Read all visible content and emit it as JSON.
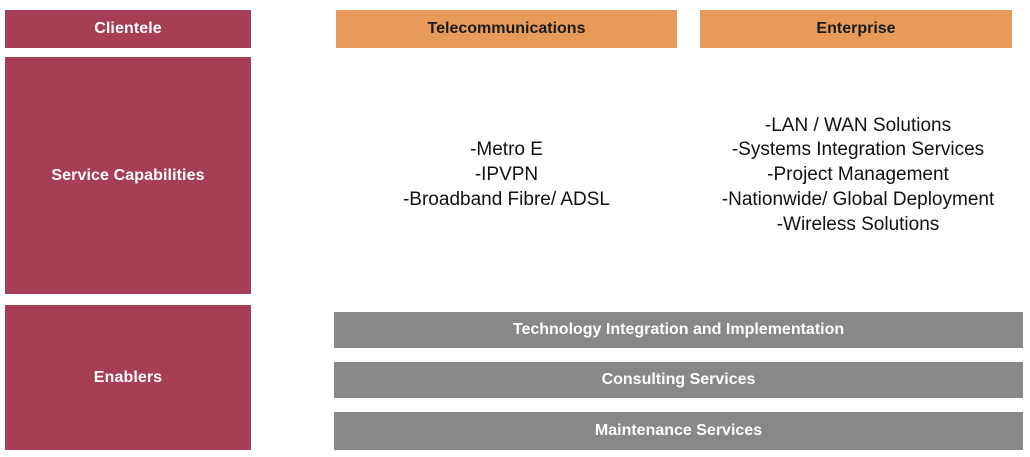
{
  "colors": {
    "row_label_bg": "#a63e56",
    "column_header_bg": "#e89b59",
    "enabler_bar_bg": "#888888",
    "row_label_text": "#ffffff",
    "column_header_text": "#1a1a1a",
    "body_text": "#111111",
    "enabler_text": "#ffffff",
    "page_bg": "#ffffff"
  },
  "rows": [
    {
      "label": "Clientele"
    },
    {
      "label": "Service Capabilities"
    },
    {
      "label": "Enablers"
    }
  ],
  "columns": [
    {
      "header": "Telecommunications"
    },
    {
      "header": "Enterprise"
    }
  ],
  "capabilities": {
    "telecommunications": [
      "-Metro E",
      "-IPVPN",
      "-Broadband Fibre/ ADSL"
    ],
    "enterprise": [
      "-LAN / WAN Solutions",
      "-Systems Integration Services",
      "-Project Management",
      "-Nationwide/ Global Deployment",
      "-Wireless Solutions"
    ]
  },
  "enablers": [
    "Technology Integration and Implementation",
    "Consulting Services",
    "Maintenance Services"
  ]
}
